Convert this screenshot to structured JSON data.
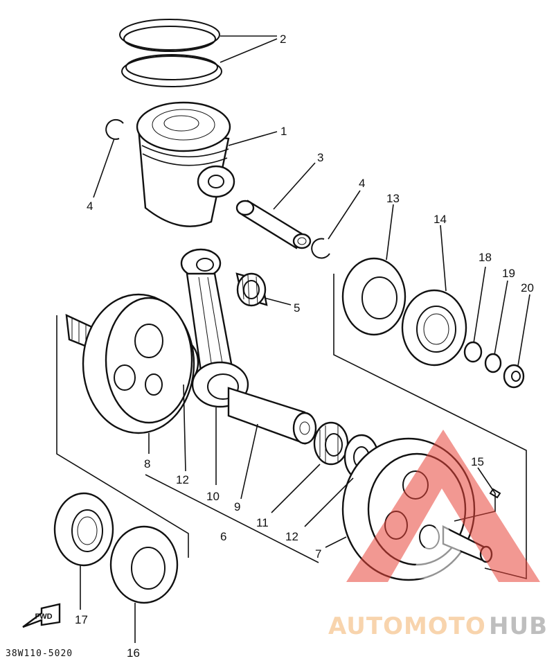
{
  "diagram": {
    "drawing_code": "38W110-5020",
    "fwd_label": "FWD",
    "callouts": {
      "c1": "1",
      "c2": "2",
      "c3": "3",
      "c4a": "4",
      "c4b": "4",
      "c5": "5",
      "c6": "6",
      "c7": "7",
      "c8": "8",
      "c9": "9",
      "c10": "10",
      "c11": "11",
      "c12a": "12",
      "c12b": "12",
      "c13": "13",
      "c14": "14",
      "c15": "15",
      "c16": "16",
      "c17": "17",
      "c18": "18",
      "c19": "19",
      "c20": "20"
    }
  },
  "watermark": {
    "brand_part1": "AUTOMOTO",
    "brand_part2": "HUB",
    "logo_color": "#e8443a"
  }
}
